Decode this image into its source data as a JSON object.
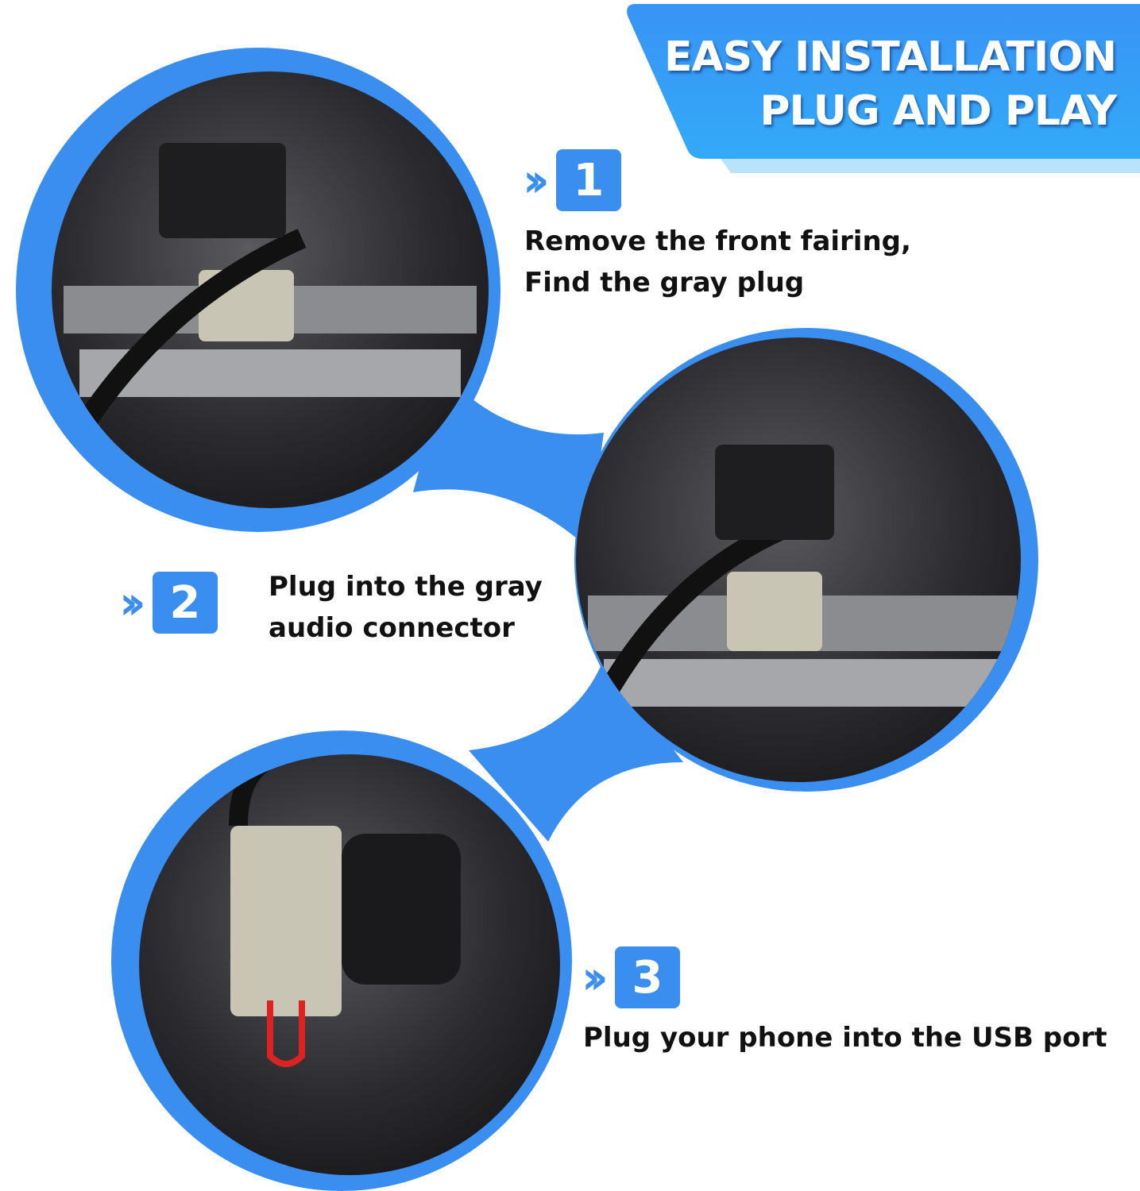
{
  "header": {
    "line1": "EASY INSTALLATION",
    "line2": "PLUG AND PLAY"
  },
  "steps": [
    {
      "number": "1",
      "icon": "double-chevron-right-icon",
      "line1": "Remove the front fairing,",
      "line2": "Find the gray plug"
    },
    {
      "number": "2",
      "icon": "double-chevron-right-icon",
      "line1": "Plug into the gray",
      "line2": "audio connector"
    },
    {
      "number": "3",
      "icon": "double-chevron-right-icon",
      "line1": "Plug your phone into the USB port"
    }
  ],
  "colors": {
    "accent": "#3a8ef0",
    "header_top": "#3893f5",
    "header_bottom": "#33aaf8",
    "header_shadow": "#b9e2fb"
  }
}
